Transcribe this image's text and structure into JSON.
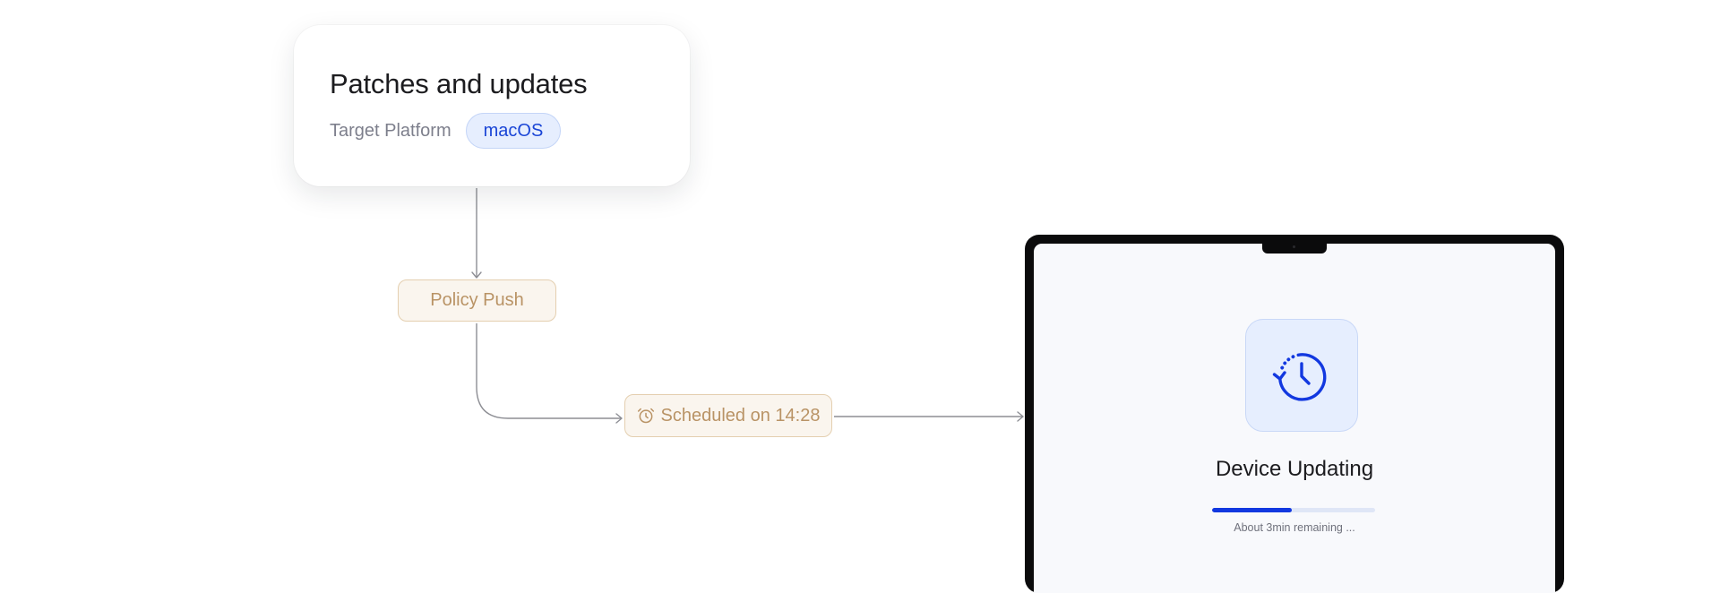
{
  "card": {
    "title": "Patches and updates",
    "platform_label": "Target Platform",
    "platform_value": "macOS"
  },
  "nodes": {
    "policy_push": "Policy Push",
    "scheduled": "Scheduled on 14:28"
  },
  "device": {
    "status_title": "Device Updating",
    "progress": 0.49,
    "remaining_text": "About 3min remaining ..."
  },
  "colors": {
    "accent": "#1238e0",
    "pill_bg": "#e6eefe",
    "node_text": "#b99365",
    "node_border": "#e4cfb0"
  },
  "icons": {
    "status_icon": "history-icon",
    "schedule_icon": "alarm-clock-icon"
  }
}
